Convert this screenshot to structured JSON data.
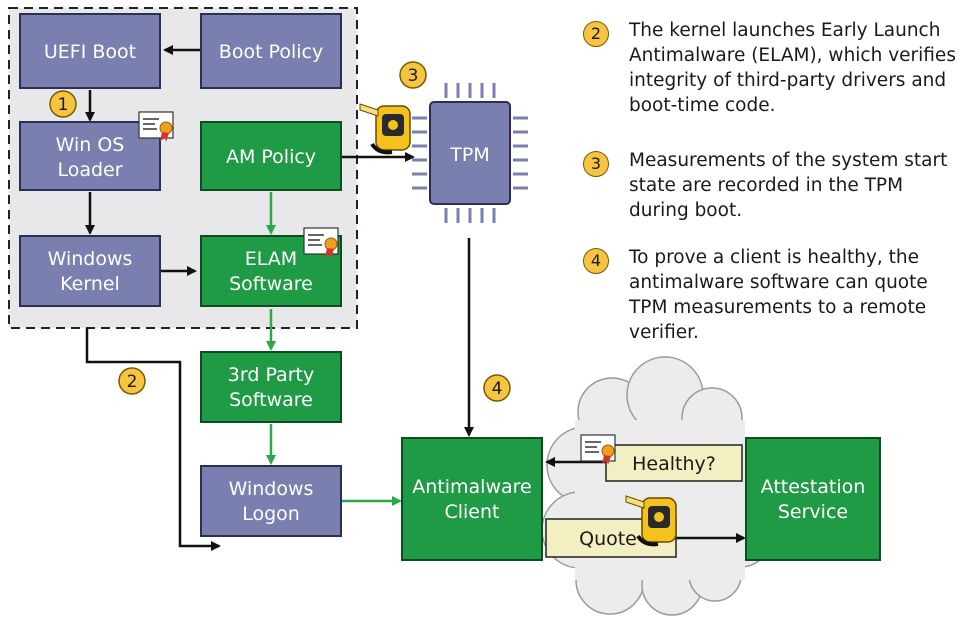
{
  "boxes": {
    "uefi_boot": "UEFI Boot",
    "boot_policy": "Boot Policy",
    "win_os_loader": [
      "Win OS",
      "Loader"
    ],
    "am_policy": "AM Policy",
    "windows_kernel": [
      "Windows",
      "Kernel"
    ],
    "elam_software": [
      "ELAM",
      "Software"
    ],
    "third_party_software": [
      "3rd Party",
      "Software"
    ],
    "windows_logon": [
      "Windows",
      "Logon"
    ],
    "tpm": "TPM",
    "antimalware_client": [
      "Antimalware",
      "Client"
    ],
    "attestation_service": [
      "Attestation",
      "Service"
    ],
    "healthy_tag": "Healthy?",
    "quote_tag": "Quote"
  },
  "badges": {
    "b1": "1",
    "b2": "2",
    "b3": "3",
    "b4": "4"
  },
  "notes": [
    {
      "num": "2",
      "text": "The kernel launches Early Launch Antimalware (ELAM), which verifies integrity of third-party drivers and boot-time code."
    },
    {
      "num": "3",
      "text": "Measurements of the system start state are recorded in the TPM during boot."
    },
    {
      "num": "4",
      "text": "To prove a client is healthy, the antimalware software can quote TPM measurements to a remote verifier."
    }
  ],
  "colors": {
    "blue_box": "#7a7fb0",
    "green_box": "#1f9a45",
    "green_arrow": "#2aa84a",
    "badge": "#f5c542",
    "tag": "#f2f0c2",
    "dashed_region": "#e8e8ea"
  }
}
